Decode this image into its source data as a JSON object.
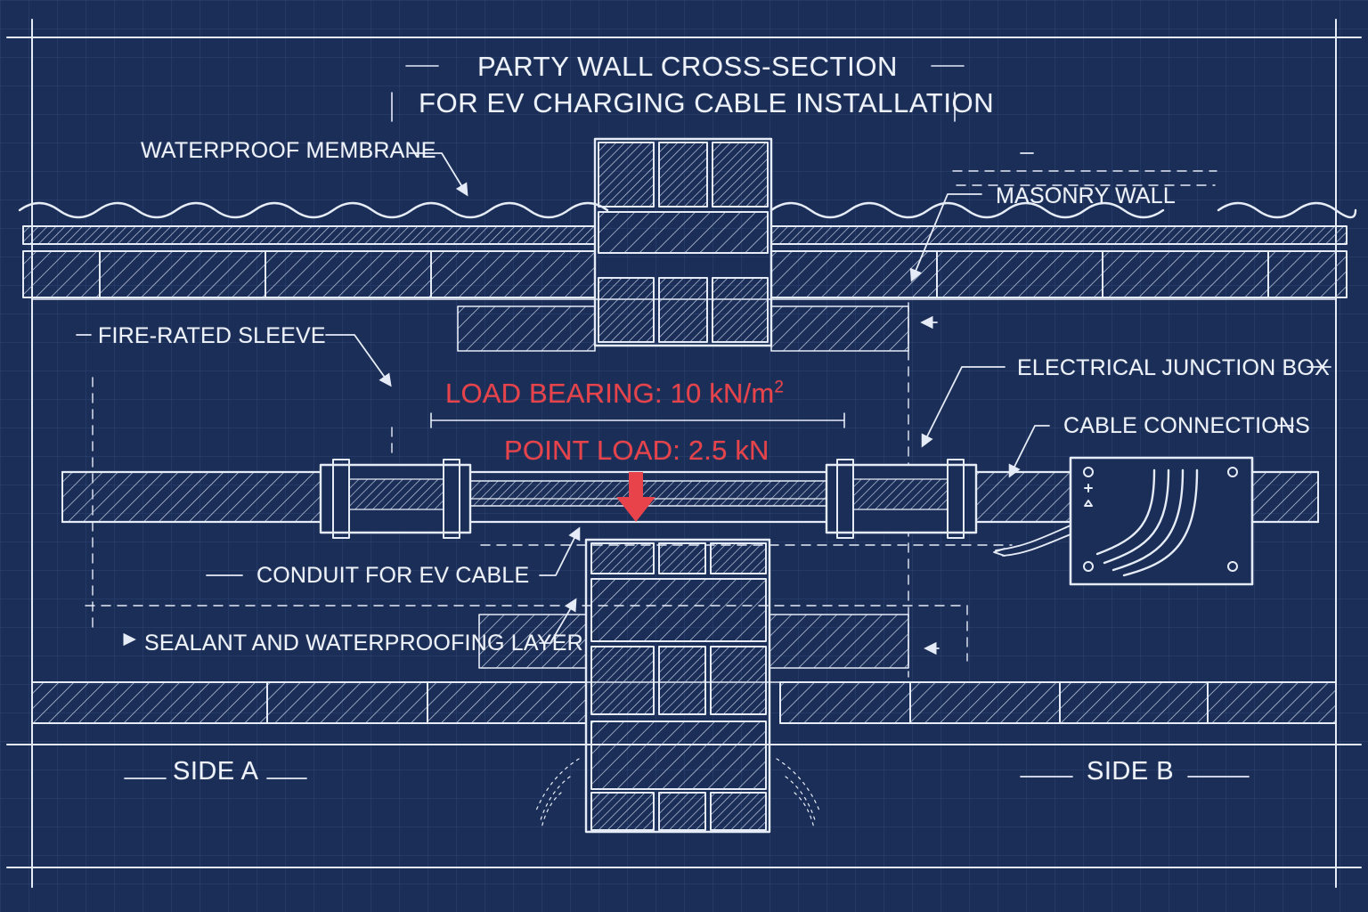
{
  "title": {
    "line1": "PARTY WALL CROSS-SECTION",
    "line2": "FOR EV CHARGING CABLE INSTALLATION"
  },
  "labels": {
    "waterproof_membrane": "WATERPROOF MEMBRANE",
    "masonry_wall": "MASONRY WALL",
    "fire_rated_sleeve": "FIRE-RATED SLEEVE",
    "electrical_junction_box": "ELECTRICAL JUNCTION BOX",
    "cable_connections": "CABLE CONNECTIONS",
    "conduit_for_ev_cable": "CONDUIT FOR EV CABLE",
    "sealant_layer": "SEALANT AND WATERPROOFING LAYER",
    "side_a": "SIDE A",
    "side_b": "SIDE B"
  },
  "loads": {
    "load_bearing_prefix": "LOAD BEARING: 10 kN/m",
    "load_bearing_exponent": "2",
    "point_load": "POINT LOAD: 2.5 kN"
  },
  "colors": {
    "background": "#1b2e57",
    "line": "#e6ecf7",
    "accent_red": "#e8434a"
  }
}
